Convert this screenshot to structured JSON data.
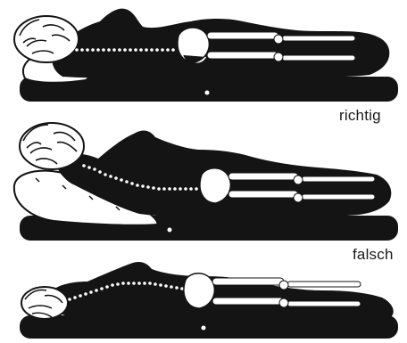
{
  "captions": {
    "correct": "richtig",
    "wrong": "falsch"
  },
  "colors": {
    "ink": "#141414",
    "paper": "#ffffff"
  },
  "panels": [
    {
      "name": "panel-correct",
      "pose": "spine-straight",
      "pillow": "low"
    },
    {
      "name": "panel-wrong-high-pillow",
      "pose": "spine-bent-up",
      "pillow": "high"
    },
    {
      "name": "panel-wrong-no-pillow",
      "pose": "spine-bent-down",
      "pillow": "none"
    }
  ]
}
